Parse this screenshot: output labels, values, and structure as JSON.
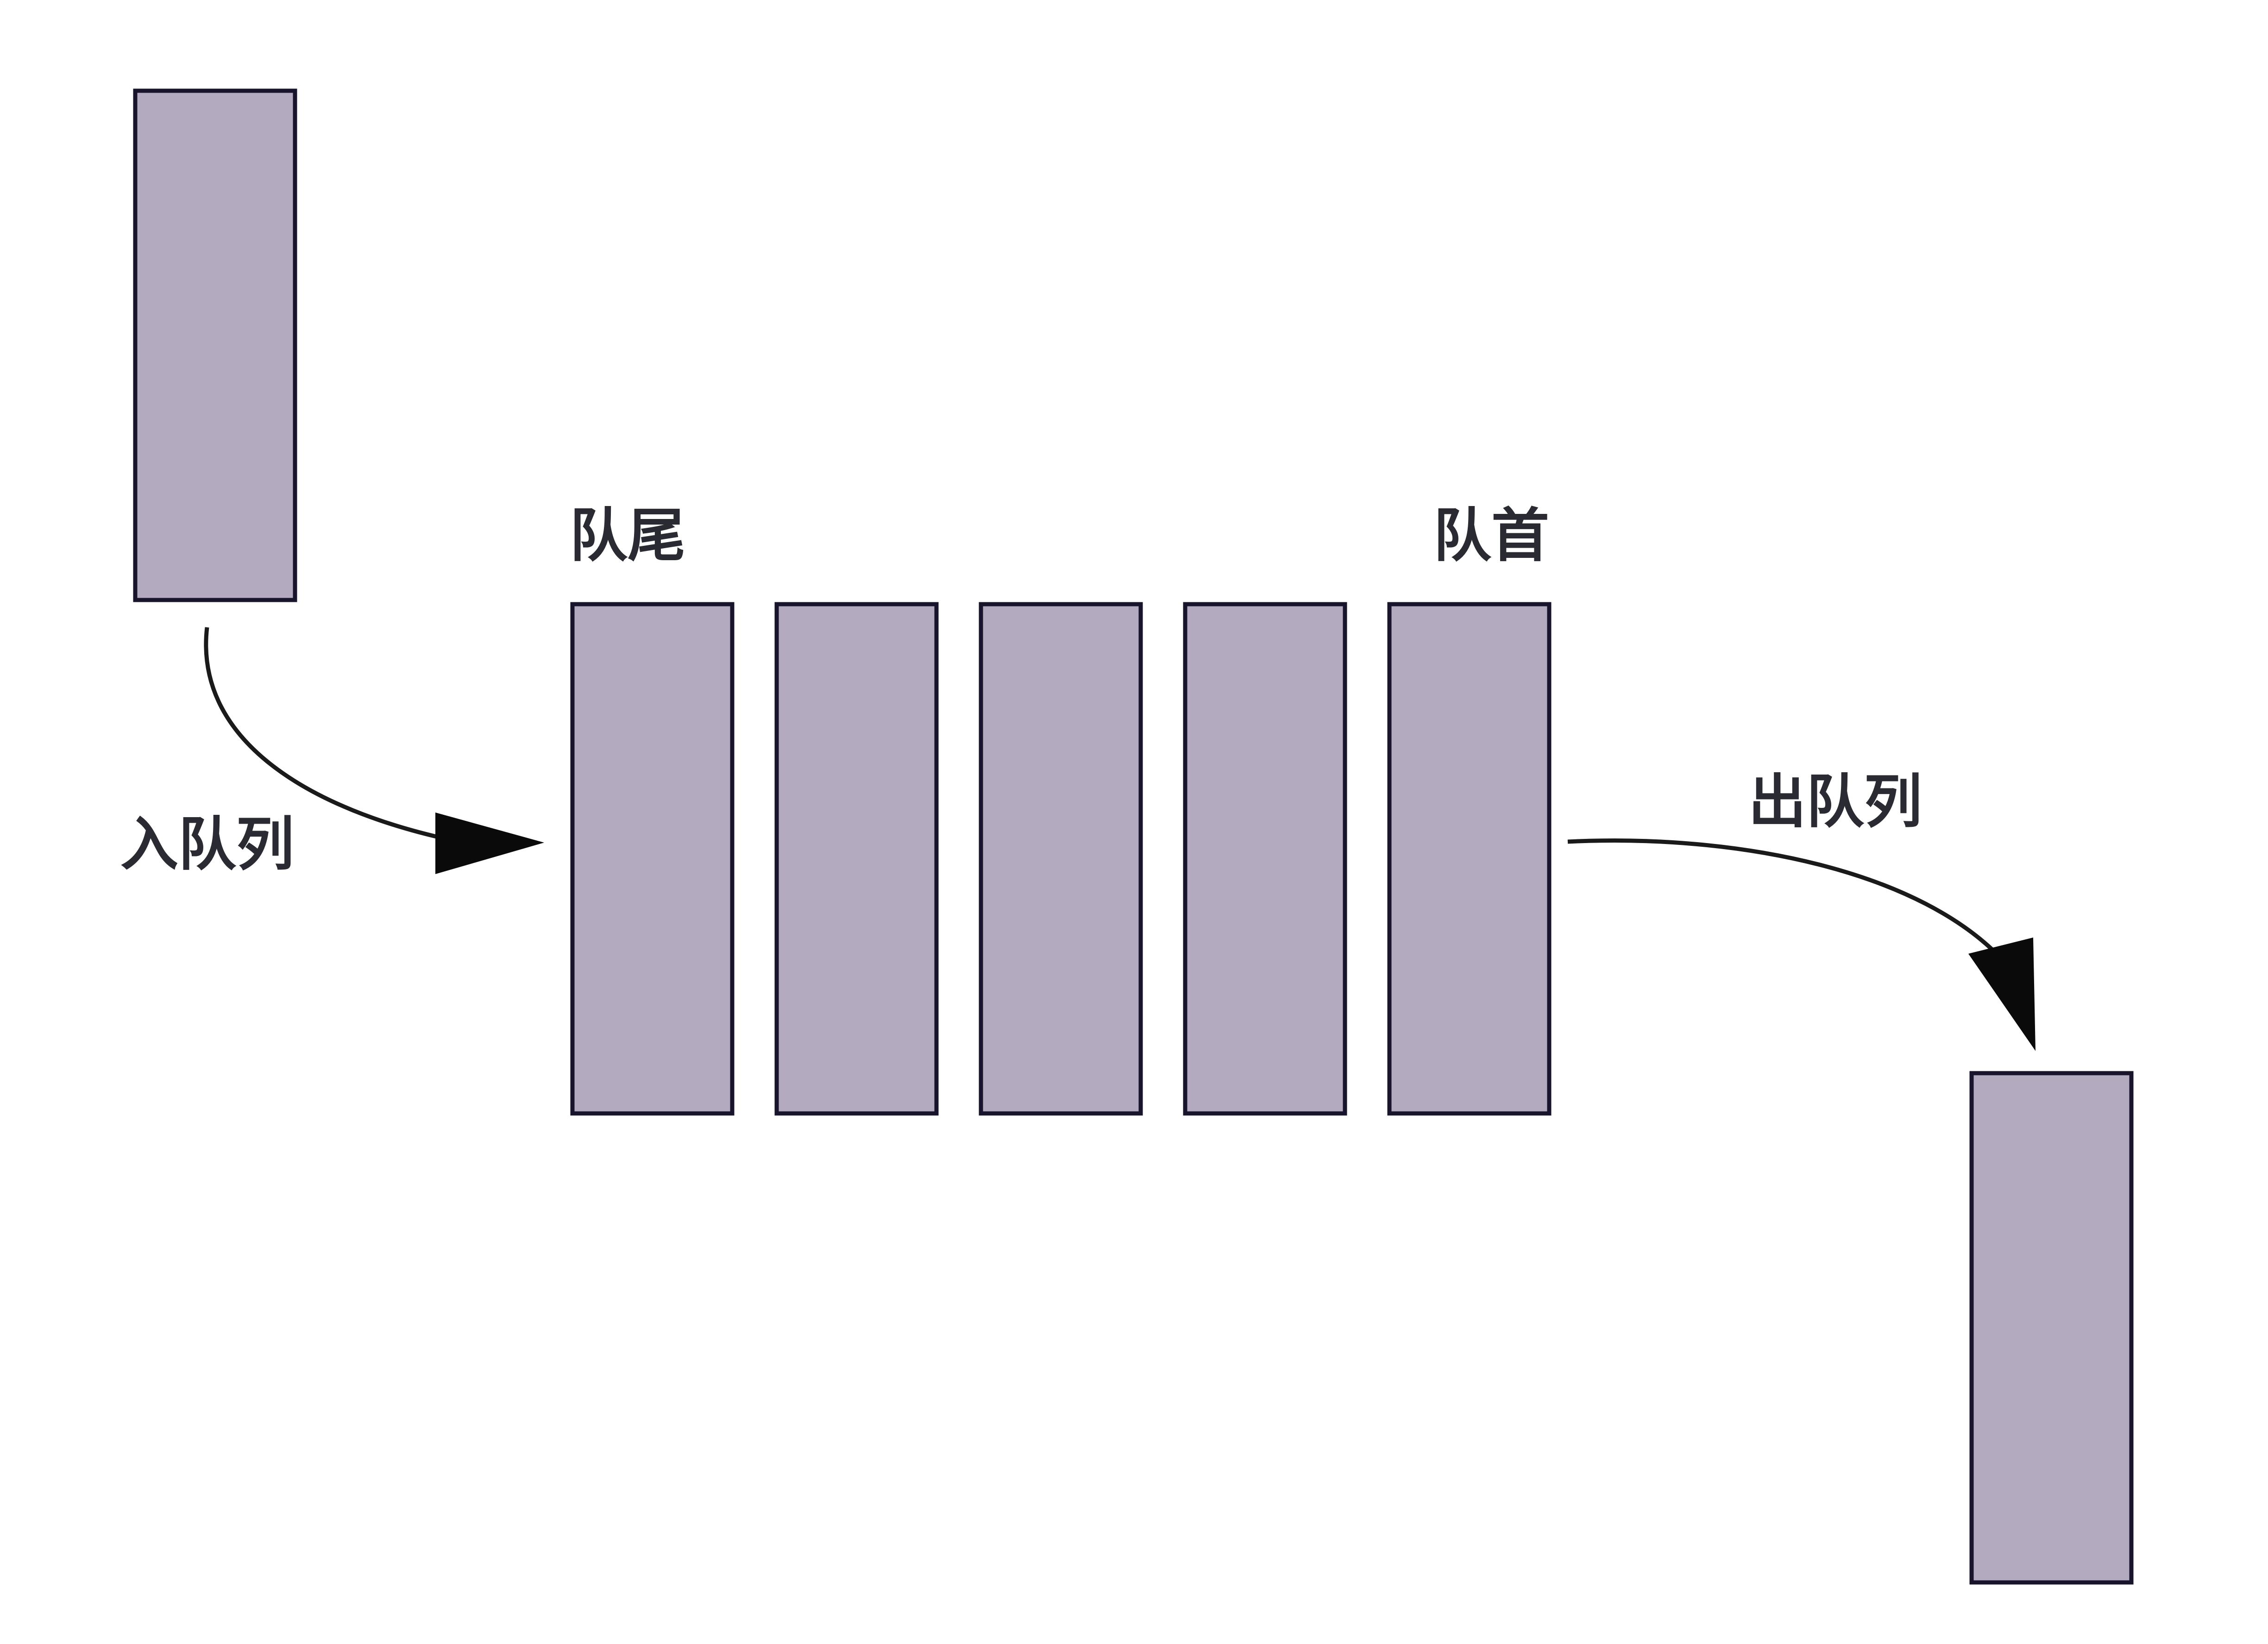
{
  "labels": {
    "tail": "队尾",
    "head": "队首",
    "enqueue": "入队列",
    "dequeue": "出队列"
  },
  "colors": {
    "block_fill": "#b3aac0",
    "block_stroke": "#17142b",
    "arrow": "#0a0a0a",
    "label_text": "#2a2a33"
  },
  "queue": {
    "slot_count": 5
  }
}
